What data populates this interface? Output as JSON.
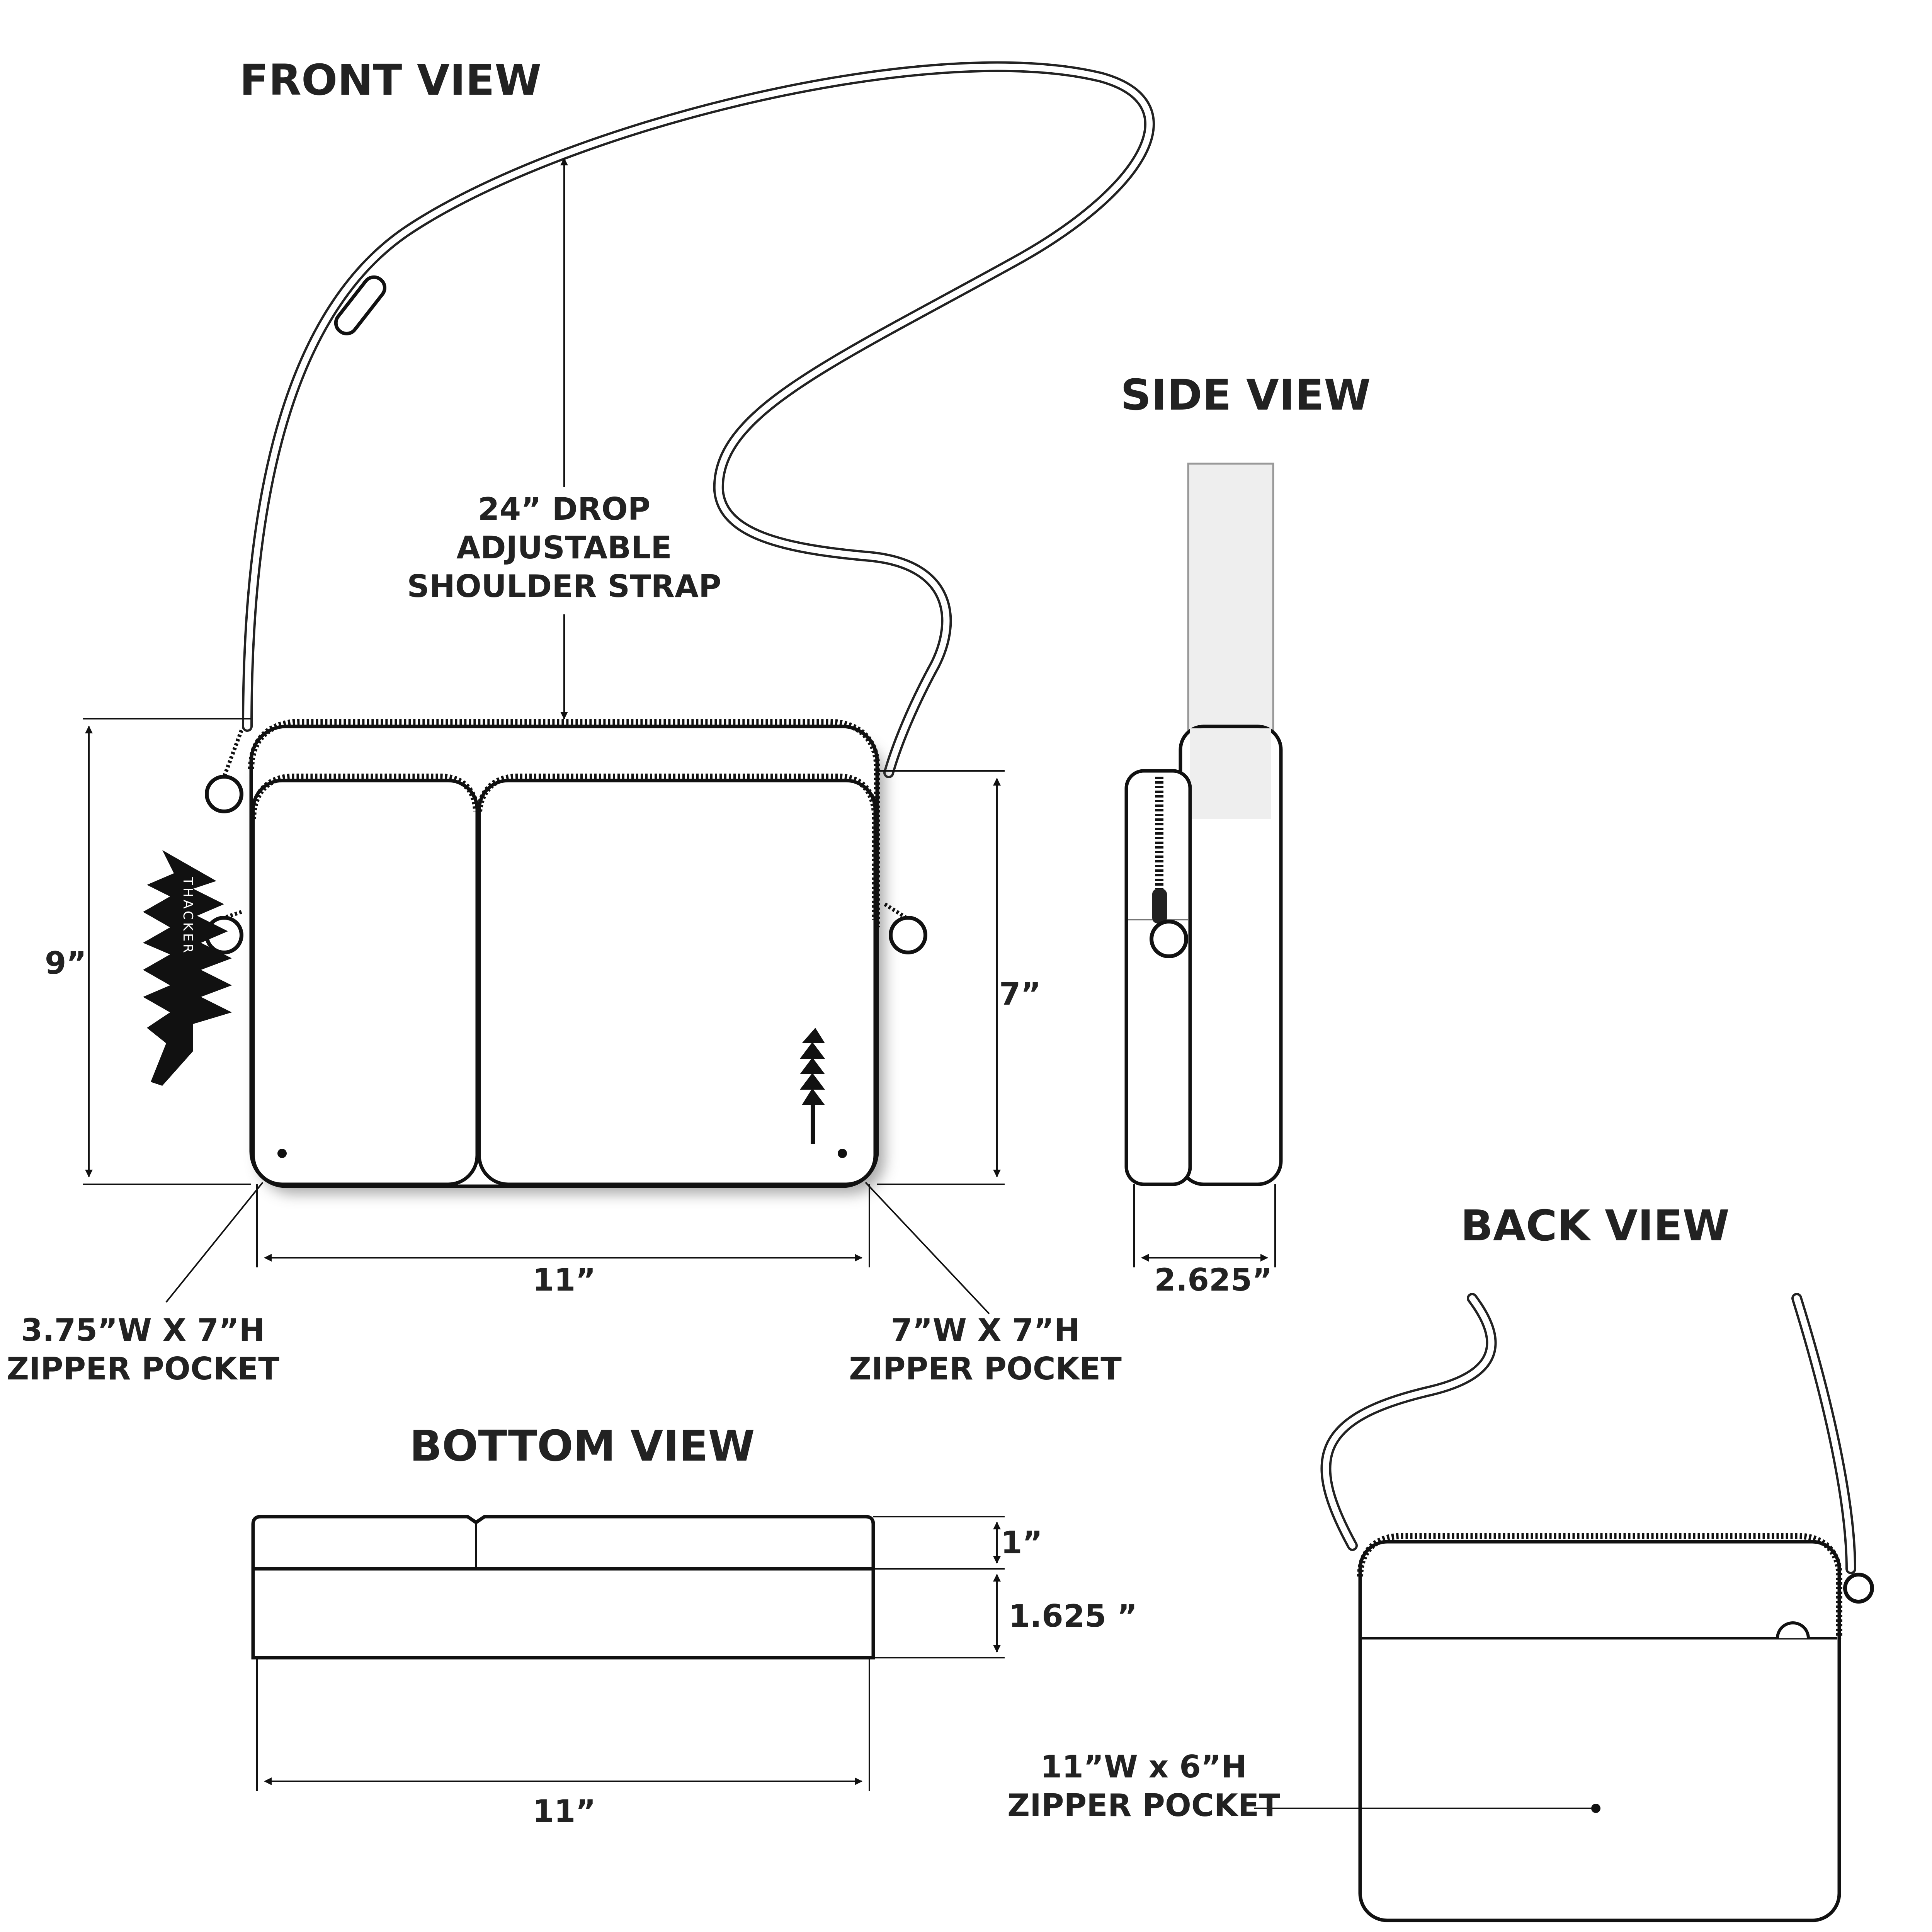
{
  "views": {
    "front": "FRONT VIEW",
    "side": "SIDE VIEW",
    "back": "BACK VIEW",
    "bottom": "BOTTOM VIEW"
  },
  "callouts": {
    "strap_line1": "24” DROP",
    "strap_line2": "ADJUSTABLE",
    "strap_line3": "SHOULDER STRAP",
    "left_pocket_line1": "3.75”W X 7”H",
    "left_pocket_line2": "ZIPPER POCKET",
    "right_pocket_line1": "7”W X 7”H",
    "right_pocket_line2": "ZIPPER POCKET",
    "back_pocket_line1": "11”W x 6”H",
    "back_pocket_line2": "ZIPPER POCKET"
  },
  "dimensions": {
    "front_height": "9”",
    "front_pocket_height": "7”",
    "front_width": "11”",
    "side_depth": "2.625”",
    "bottom_top_section": "1”",
    "bottom_lower_section": "1.625 ”",
    "bottom_width": "11”"
  },
  "brand": {
    "tag_text": "THACKER"
  },
  "colors": {
    "line": "#111111",
    "text": "#222222",
    "strap_fill": "#eeeeee"
  }
}
